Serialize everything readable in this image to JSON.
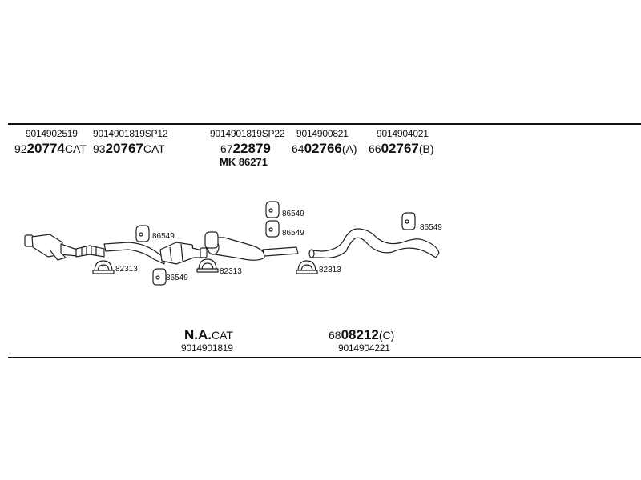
{
  "columns": [
    {
      "part_no": "9014902519",
      "code_prefix": "92",
      "code_main": "20774",
      "code_suffix": "CAT"
    },
    {
      "part_no": "9014901819SP12",
      "code_prefix": "93",
      "code_main": "20767",
      "code_suffix": "CAT"
    },
    {
      "part_no": "9014901819SP22",
      "code_prefix": "67",
      "code_main": "22879",
      "code_suffix": ""
    },
    {
      "part_no": "9014900821",
      "code_prefix": "64",
      "code_main": "02766",
      "code_suffix": "(A)"
    },
    {
      "part_no": "9014904021",
      "code_prefix": "66",
      "code_main": "02767",
      "code_suffix": "(B)"
    }
  ],
  "mk_label": "MK 86271",
  "diagram_labels": {
    "hanger_a": "86549",
    "hanger_b": "86549",
    "hanger_c": "86549",
    "hanger_d": "86549",
    "hanger_e": "86549",
    "hanger_f": "86549",
    "clamp_a": "82313",
    "clamp_b": "82313",
    "clamp_c": "82313"
  },
  "bottom": [
    {
      "code_prefix": "",
      "code_main": "N.A.",
      "code_suffix": "CAT",
      "part_no": "9014901819"
    },
    {
      "code_prefix": "68",
      "code_main": "08212",
      "code_suffix": "(C)",
      "part_no": "9014904221"
    }
  ]
}
